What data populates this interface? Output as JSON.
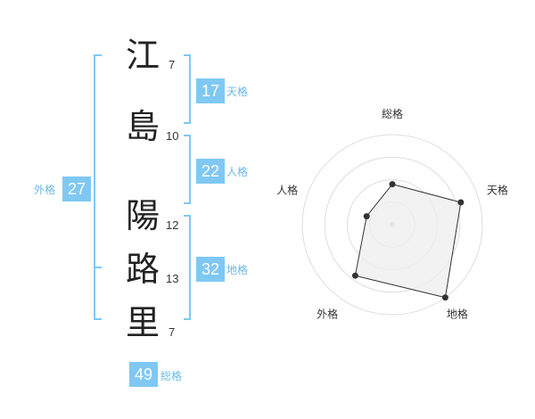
{
  "name_characters": [
    {
      "char": "江",
      "strokes": "7"
    },
    {
      "char": "島",
      "strokes": "10"
    },
    {
      "char": "陽",
      "strokes": "12"
    },
    {
      "char": "路",
      "strokes": "13"
    },
    {
      "char": "里",
      "strokes": "7"
    }
  ],
  "fortunes": {
    "tenkaku": {
      "value": "17",
      "label": "天格"
    },
    "jinkaku": {
      "value": "22",
      "label": "人格"
    },
    "chikaku": {
      "value": "32",
      "label": "地格"
    },
    "gaikaku": {
      "value": "27",
      "label": "外格"
    },
    "soukaku": {
      "value": "49",
      "label": "総格"
    }
  },
  "colors": {
    "accent": "#7fc8f4",
    "accent_text": "#6bb8e8",
    "bracket": "#7fc8f4",
    "radar_fill": "#eeeeee",
    "radar_stroke": "#333333",
    "ring": "#dddddd"
  },
  "chart_data": {
    "type": "radar",
    "axes": [
      "総格",
      "天格",
      "地格",
      "外格",
      "人格"
    ],
    "values": [
      0.45,
      0.8,
      1.0,
      0.7,
      0.3
    ],
    "rings": 4,
    "grid": true
  }
}
